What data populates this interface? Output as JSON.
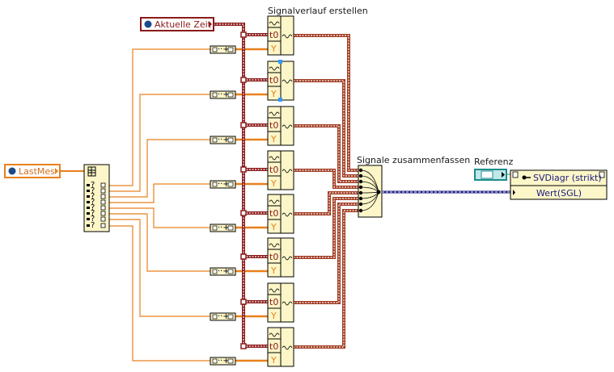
{
  "colors": {
    "timestamp_wire": "#8b1a1a",
    "waveform_wire": "#a03a20",
    "numeric_wire": "#e8801c",
    "dynamic_wire": "#1a1a80",
    "node_fill": "#fcf6c8",
    "ref_wire": "#1e8c8c"
  },
  "nodes": {
    "aktuelle_zeit": {
      "label": "Aktuelle Zeit",
      "kind": "global-variable-timestamp"
    },
    "lastmes": {
      "label": "LastMes",
      "kind": "global-variable-cluster"
    },
    "signalverlauf": {
      "title": "Signalverlauf erstellen",
      "terminals": [
        "~",
        "t0",
        "Y"
      ],
      "count": 8
    },
    "signale_zusammenfassen": {
      "title": "Signale zusammenfassen",
      "inputs": 8
    },
    "referenz": {
      "label": "Referenz"
    },
    "property_node": {
      "name": "SVDiagr (strikt)",
      "property": "Wert(SGL)"
    }
  },
  "terminals": {
    "wave": "~",
    "t0": "t0",
    "y": "Y"
  }
}
